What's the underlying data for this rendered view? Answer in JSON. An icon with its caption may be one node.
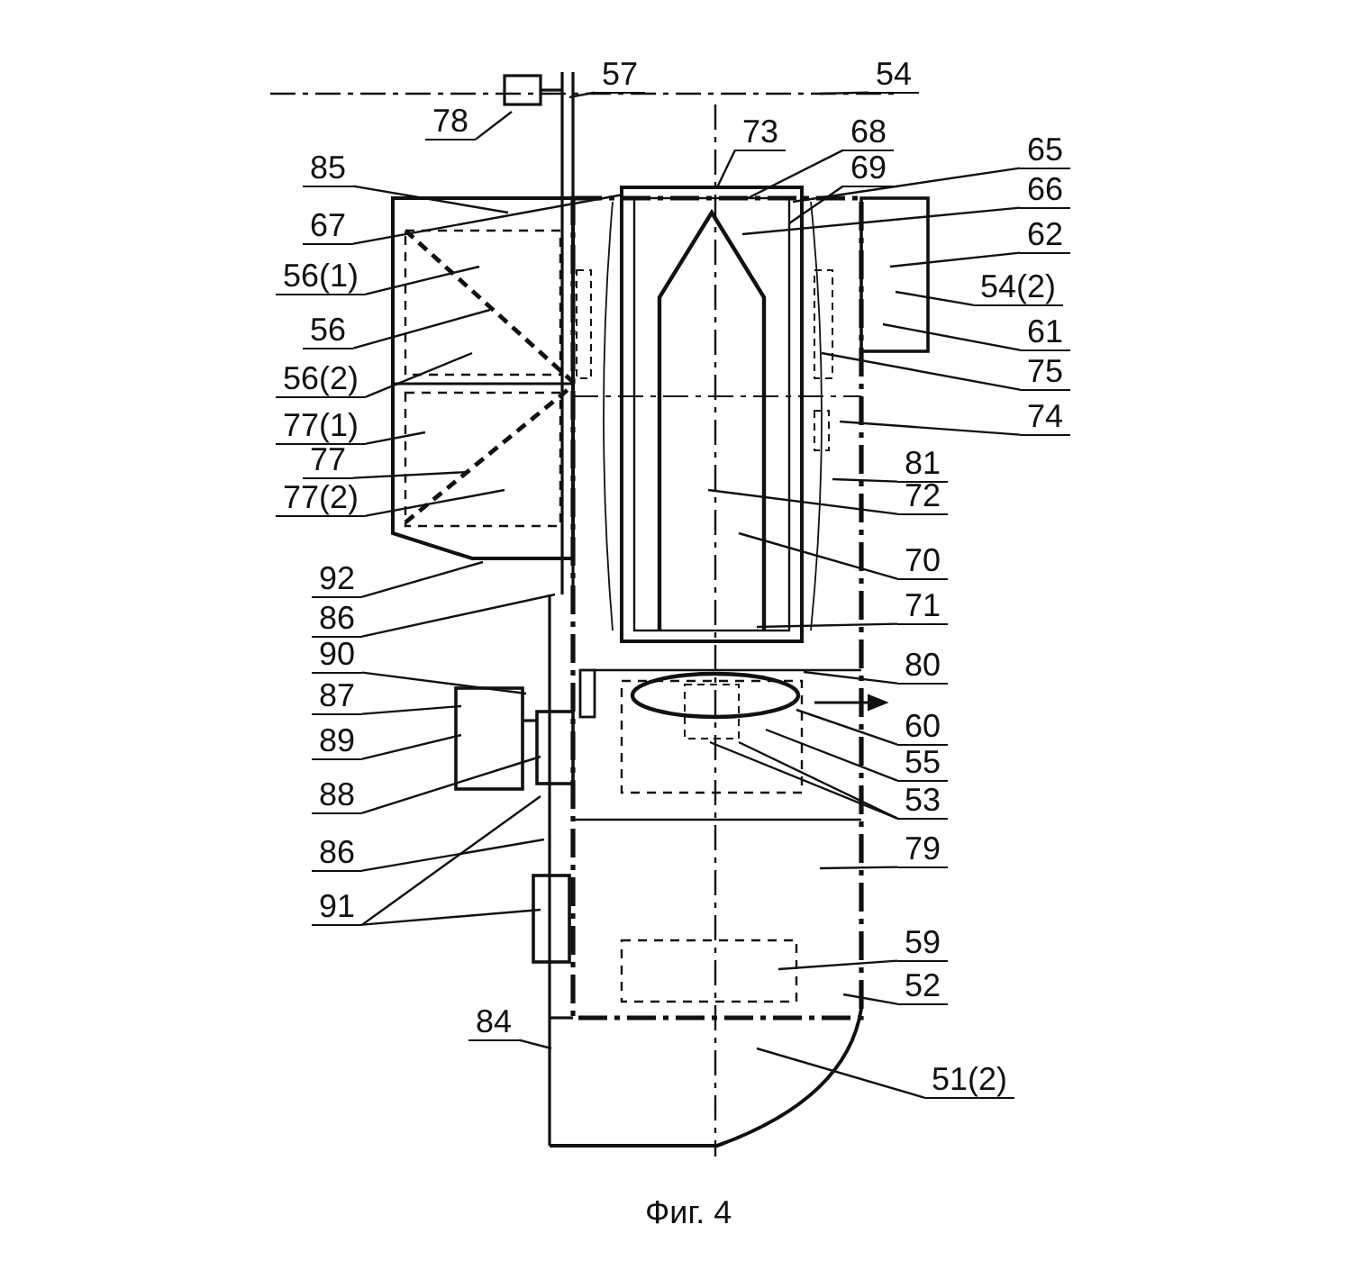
{
  "diagram": {
    "caption": "Фиг. 4",
    "nodes": [
      {
        "text": [
          "57"
        ]
      },
      {
        "text": [
          "54"
        ]
      },
      {
        "text": [
          "78"
        ]
      },
      {
        "text": [
          "73"
        ]
      },
      {
        "text": [
          "68"
        ]
      },
      {
        "text": [
          "65"
        ]
      },
      {
        "text": [
          "85"
        ]
      },
      {
        "text": [
          "69"
        ]
      },
      {
        "text": [
          "66"
        ]
      },
      {
        "text": [
          "67"
        ]
      },
      {
        "text": [
          "62"
        ]
      },
      {
        "text": [
          "56(1)"
        ]
      },
      {
        "text": [
          "54(2)"
        ]
      },
      {
        "text": [
          "56"
        ]
      },
      {
        "text": [
          "61"
        ]
      },
      {
        "text": [
          "56(2)"
        ]
      },
      {
        "text": [
          "75"
        ]
      },
      {
        "text": [
          "77(1)"
        ]
      },
      {
        "text": [
          "74"
        ]
      },
      {
        "text": [
          "81"
        ]
      },
      {
        "text": [
          "77"
        ]
      },
      {
        "text": [
          "72"
        ]
      },
      {
        "text": [
          "77(2)"
        ]
      },
      {
        "text": [
          "70"
        ]
      },
      {
        "text": [
          "92"
        ]
      },
      {
        "text": [
          "71"
        ]
      },
      {
        "text": [
          "86"
        ]
      },
      {
        "text": [
          "90"
        ]
      },
      {
        "text": [
          "80"
        ]
      },
      {
        "text": [
          "87"
        ]
      },
      {
        "text": [
          "60"
        ]
      },
      {
        "text": [
          "89"
        ]
      },
      {
        "text": [
          "55"
        ]
      },
      {
        "text": [
          "88"
        ]
      },
      {
        "text": [
          "53"
        ]
      },
      {
        "text": [
          "86"
        ]
      },
      {
        "text": [
          "79"
        ]
      },
      {
        "text": [
          "91"
        ]
      },
      {
        "text": [
          "59"
        ]
      },
      {
        "text": [
          "52"
        ]
      },
      {
        "text": [
          "84"
        ]
      },
      {
        "text": [
          "51(2)"
        ]
      }
    ],
    "edges": [
      {
        "from": 0,
        "to": null,
        "arrow": "none"
      },
      {
        "from": 1,
        "to": null,
        "arrow": "none"
      },
      {
        "from": 2,
        "to": null,
        "arrow": "none"
      },
      {
        "from": 3,
        "to": null,
        "arrow": "none"
      },
      {
        "from": 4,
        "to": null,
        "arrow": "none"
      },
      {
        "from": 5,
        "to": null,
        "arrow": "none"
      },
      {
        "from": 6,
        "to": null,
        "arrow": "none"
      },
      {
        "from": 7,
        "to": null,
        "arrow": "none"
      },
      {
        "from": 8,
        "to": null,
        "arrow": "none"
      },
      {
        "from": 9,
        "to": null,
        "arrow": "none"
      },
      {
        "from": 10,
        "to": null,
        "arrow": "none"
      },
      {
        "from": 11,
        "to": null,
        "arrow": "none"
      },
      {
        "from": 12,
        "to": null,
        "arrow": "none"
      },
      {
        "from": 13,
        "to": null,
        "arrow": "none"
      },
      {
        "from": 14,
        "to": null,
        "arrow": "none"
      },
      {
        "from": 15,
        "to": null,
        "arrow": "none"
      },
      {
        "from": 16,
        "to": null,
        "arrow": "none"
      },
      {
        "from": 17,
        "to": null,
        "arrow": "none"
      },
      {
        "from": 18,
        "to": null,
        "arrow": "none"
      },
      {
        "from": 19,
        "to": null,
        "arrow": "none"
      },
      {
        "from": 20,
        "to": null,
        "arrow": "none"
      },
      {
        "from": 21,
        "to": null,
        "arrow": "none"
      },
      {
        "from": 22,
        "to": null,
        "arrow": "none"
      },
      {
        "from": 23,
        "to": null,
        "arrow": "none"
      },
      {
        "from": 24,
        "to": null,
        "arrow": "none"
      },
      {
        "from": 25,
        "to": null,
        "arrow": "none"
      },
      {
        "from": 26,
        "to": null,
        "arrow": "none"
      },
      {
        "from": 27,
        "to": null,
        "arrow": "none"
      },
      {
        "from": 28,
        "to": null,
        "arrow": "none"
      },
      {
        "from": 29,
        "to": null,
        "arrow": "none"
      },
      {
        "from": 30,
        "to": null,
        "arrow": "none"
      },
      {
        "from": 31,
        "to": null,
        "arrow": "none"
      },
      {
        "from": 32,
        "to": null,
        "arrow": "none"
      },
      {
        "from": 33,
        "to": null,
        "arrow": "none"
      },
      {
        "from": 34,
        "to": null,
        "arrow": "none"
      },
      {
        "from": 34,
        "to": null,
        "arrow": "none"
      },
      {
        "from": 35,
        "to": null,
        "arrow": "none"
      },
      {
        "from": 36,
        "to": null,
        "arrow": "none"
      },
      {
        "from": 37,
        "to": null,
        "arrow": "none"
      },
      {
        "from": 37,
        "to": null,
        "arrow": "none"
      },
      {
        "from": 38,
        "to": null,
        "arrow": "none"
      },
      {
        "from": 39,
        "to": null,
        "arrow": "none"
      },
      {
        "from": 40,
        "to": null,
        "arrow": "none"
      },
      {
        "from": 41,
        "to": null,
        "arrow": "none"
      }
    ]
  }
}
